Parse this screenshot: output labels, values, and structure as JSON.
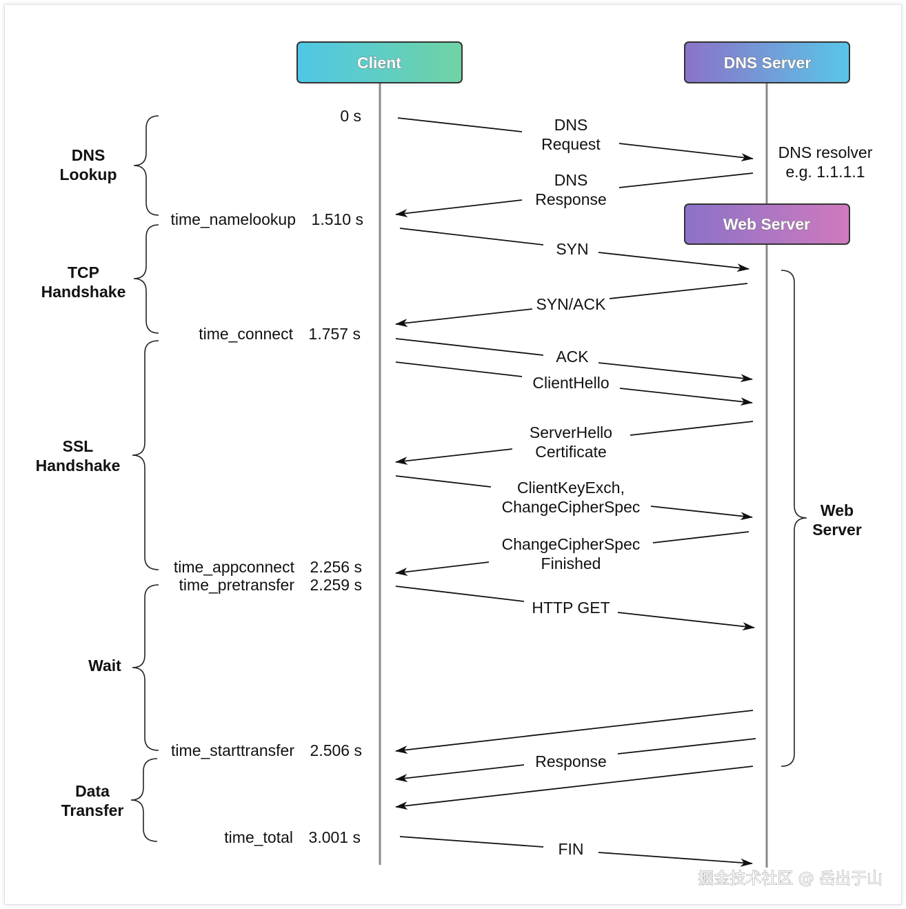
{
  "participants": {
    "client": "Client",
    "dns_server": "DNS Server",
    "web_server": "Web Server"
  },
  "colors": {
    "client_gradient": [
      "#4fc7e6",
      "#6fd3a3"
    ],
    "dns_gradient": [
      "#8b72c8",
      "#59c6e8"
    ],
    "web_gradient": [
      "#8b72c8",
      "#d07abd"
    ],
    "lifeline": "#8a8a8a",
    "arrow": "#111111"
  },
  "dns_resolver_note": [
    "DNS resolver",
    "e.g. 1.1.1.1"
  ],
  "phases": [
    {
      "id": "dns",
      "lines": [
        "DNS",
        "Lookup"
      ]
    },
    {
      "id": "tcp",
      "lines": [
        "TCP",
        "Handshake"
      ]
    },
    {
      "id": "ssl",
      "lines": [
        "SSL",
        "Handshake"
      ]
    },
    {
      "id": "wait",
      "lines": [
        "Wait"
      ]
    },
    {
      "id": "data",
      "lines": [
        "Data",
        "Transfer"
      ]
    }
  ],
  "web_server_bracket_label": [
    "Web",
    "Server"
  ],
  "timings": [
    {
      "name": "",
      "value": "0 s"
    },
    {
      "name": "time_namelookup",
      "value": "1.510 s"
    },
    {
      "name": "time_connect",
      "value": "1.757 s"
    },
    {
      "name": "time_appconnect",
      "value": "2.256 s"
    },
    {
      "name": "time_pretransfer",
      "value": "2.259 s"
    },
    {
      "name": "time_starttransfer",
      "value": "2.506 s"
    },
    {
      "name": "time_total",
      "value": "3.001 s"
    }
  ],
  "messages": [
    {
      "id": "dns-request",
      "lines": [
        "DNS",
        "Request"
      ],
      "direction": "right"
    },
    {
      "id": "dns-response",
      "lines": [
        "DNS",
        "Response"
      ],
      "direction": "left"
    },
    {
      "id": "syn",
      "lines": [
        "SYN"
      ],
      "direction": "right"
    },
    {
      "id": "syn-ack",
      "lines": [
        "SYN/ACK"
      ],
      "direction": "left"
    },
    {
      "id": "ack",
      "lines": [
        "ACK"
      ],
      "direction": "right"
    },
    {
      "id": "client-hello",
      "lines": [
        "ClientHello"
      ],
      "direction": "right"
    },
    {
      "id": "server-hello",
      "lines": [
        "ServerHello",
        "Certificate"
      ],
      "direction": "left"
    },
    {
      "id": "client-key-exch",
      "lines": [
        "ClientKeyExch,",
        "ChangeCipherSpec"
      ],
      "direction": "right"
    },
    {
      "id": "change-cipher-spec",
      "lines": [
        "ChangeCipherSpec",
        "Finished"
      ],
      "direction": "left"
    },
    {
      "id": "http-get",
      "lines": [
        "HTTP GET"
      ],
      "direction": "right"
    },
    {
      "id": "response-1",
      "lines": [],
      "direction": "left"
    },
    {
      "id": "response-2",
      "lines": [
        "Response"
      ],
      "direction": "left"
    },
    {
      "id": "response-3",
      "lines": [],
      "direction": "left"
    },
    {
      "id": "fin",
      "lines": [
        "FIN"
      ],
      "direction": "right"
    }
  ],
  "watermark": "掘金技术社区 @ 岳出于山"
}
